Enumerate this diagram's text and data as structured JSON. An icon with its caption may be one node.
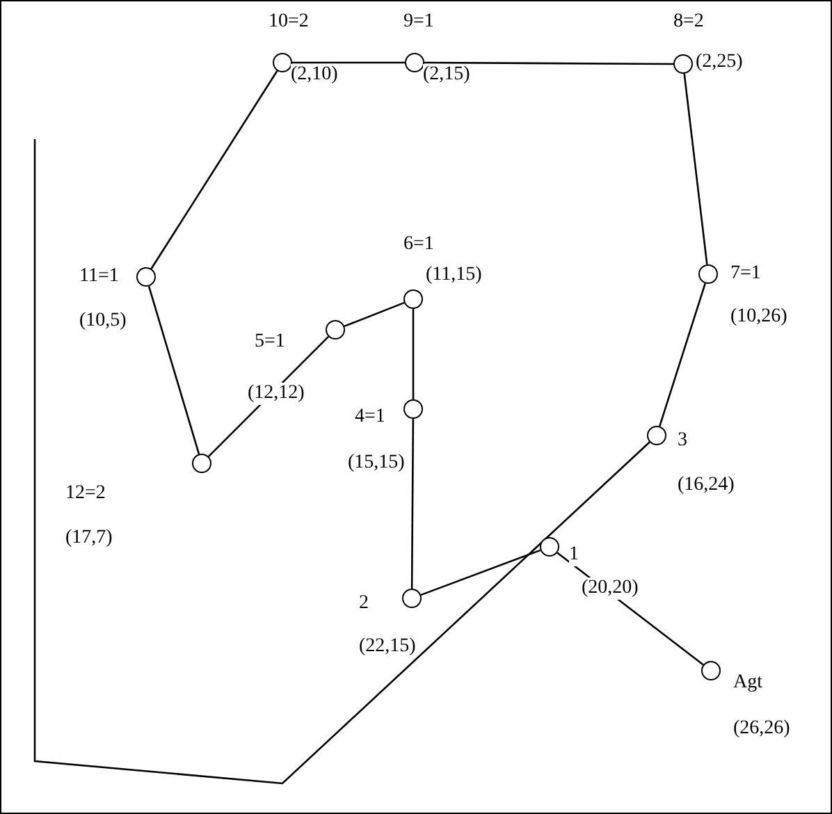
{
  "diagram": {
    "nodes": [
      {
        "text": [],
        "shape": "circle",
        "beside": [
          "10=2",
          "(2,10)"
        ]
      },
      {
        "text": [],
        "shape": "circle",
        "beside": [
          "9=1",
          "(2,15)"
        ]
      },
      {
        "text": [],
        "shape": "circle",
        "beside": [
          "8=2",
          "(2,25)"
        ]
      },
      {
        "text": [],
        "shape": "circle",
        "beside": [
          "7=1",
          "(10,26)"
        ]
      },
      {
        "text": [],
        "shape": "circle",
        "beside": [
          "11=1",
          "(10,5)"
        ]
      },
      {
        "text": [],
        "shape": "circle",
        "beside": [
          "6=1",
          "(11,15)"
        ]
      },
      {
        "text": [],
        "shape": "circle",
        "beside": [
          "5=1",
          "(12,12)"
        ]
      },
      {
        "text": [],
        "shape": "circle",
        "beside": [
          "4=1",
          "(15,15)"
        ]
      },
      {
        "text": [],
        "shape": "circle",
        "beside": [
          "3",
          "(16,24)"
        ]
      },
      {
        "text": [],
        "shape": "circle",
        "beside": [
          "12=2",
          "(17,7)"
        ]
      },
      {
        "text": [],
        "shape": "circle",
        "beside": [
          "1",
          "(20,20)"
        ]
      },
      {
        "text": [],
        "shape": "circle",
        "beside": [
          "2",
          "(22,15)"
        ]
      },
      {
        "text": [],
        "shape": "circle",
        "beside": [
          "Agt",
          "(26,26)"
        ]
      }
    ],
    "edges": [
      {
        "from": 12,
        "to": 10,
        "arrow": "none"
      },
      {
        "from": 10,
        "to": 11,
        "arrow": "none"
      },
      {
        "from": 11,
        "to": 7,
        "arrow": "none"
      },
      {
        "from": 7,
        "to": 5,
        "arrow": "none"
      },
      {
        "from": 5,
        "to": 6,
        "arrow": "none"
      },
      {
        "from": 6,
        "to": 9,
        "arrow": "none"
      },
      {
        "from": 9,
        "to": 4,
        "arrow": "none"
      },
      {
        "from": 4,
        "to": 0,
        "arrow": "none"
      },
      {
        "from": 0,
        "to": 1,
        "arrow": "none"
      },
      {
        "from": 1,
        "to": 2,
        "arrow": "none"
      },
      {
        "from": 2,
        "to": 3,
        "arrow": "none"
      },
      {
        "from": 3,
        "to": 8,
        "arrow": "none"
      },
      {
        "from": 8,
        "to": null,
        "arrow": "none"
      }
    ]
  }
}
